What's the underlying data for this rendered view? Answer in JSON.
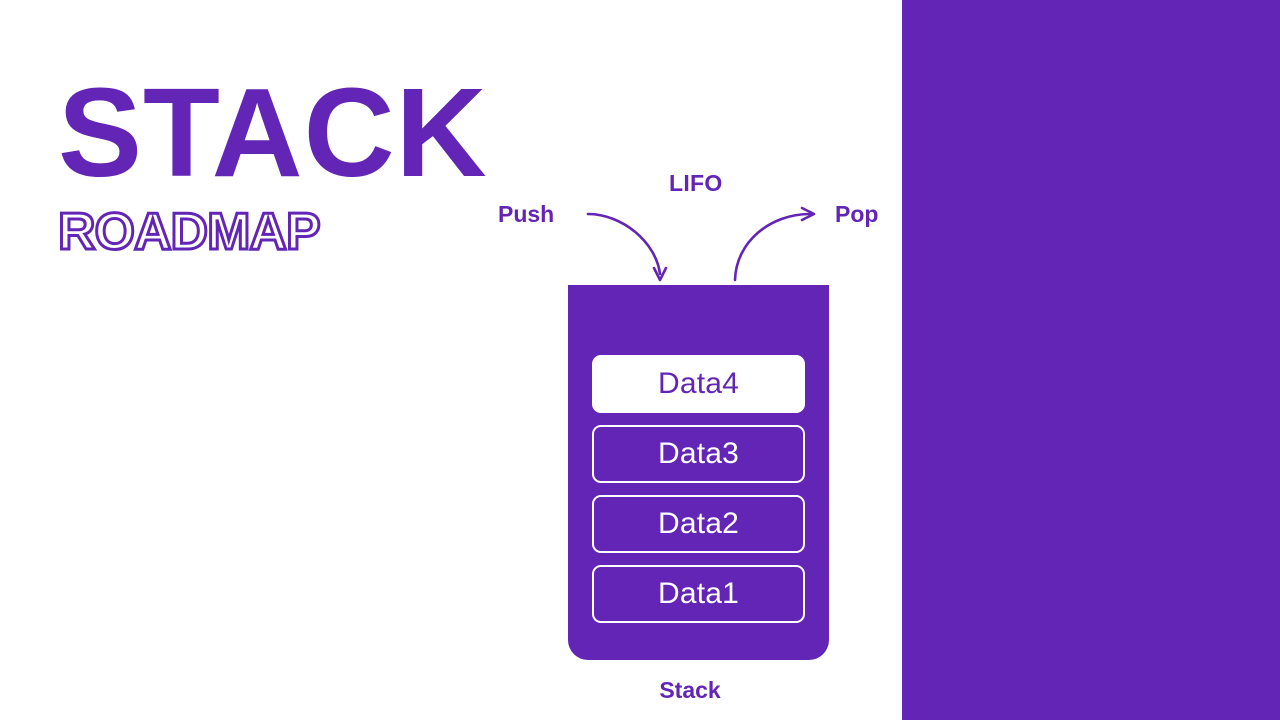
{
  "slide": {
    "background_color": "#ffffff",
    "accent_color": "#6225b5",
    "title_main": "STACK",
    "title_sub": "ROADMAP"
  },
  "side_panel": {
    "color": "#6225b5"
  },
  "diagram": {
    "lifo_label": "LIFO",
    "push_label": "Push",
    "pop_label": "Pop",
    "caption": "Stack",
    "container_color": "#6225b5",
    "arrows": [
      {
        "name": "push-arrow",
        "direction": "down-into-stack"
      },
      {
        "name": "pop-arrow",
        "direction": "up-out-of-stack"
      }
    ],
    "items": [
      {
        "label": "Data4",
        "style": "filled",
        "position": "top-of-stack"
      },
      {
        "label": "Data3",
        "style": "outlined",
        "position": "middle"
      },
      {
        "label": "Data2",
        "style": "outlined",
        "position": "middle"
      },
      {
        "label": "Data1",
        "style": "outlined",
        "position": "bottom-of-stack"
      }
    ]
  }
}
